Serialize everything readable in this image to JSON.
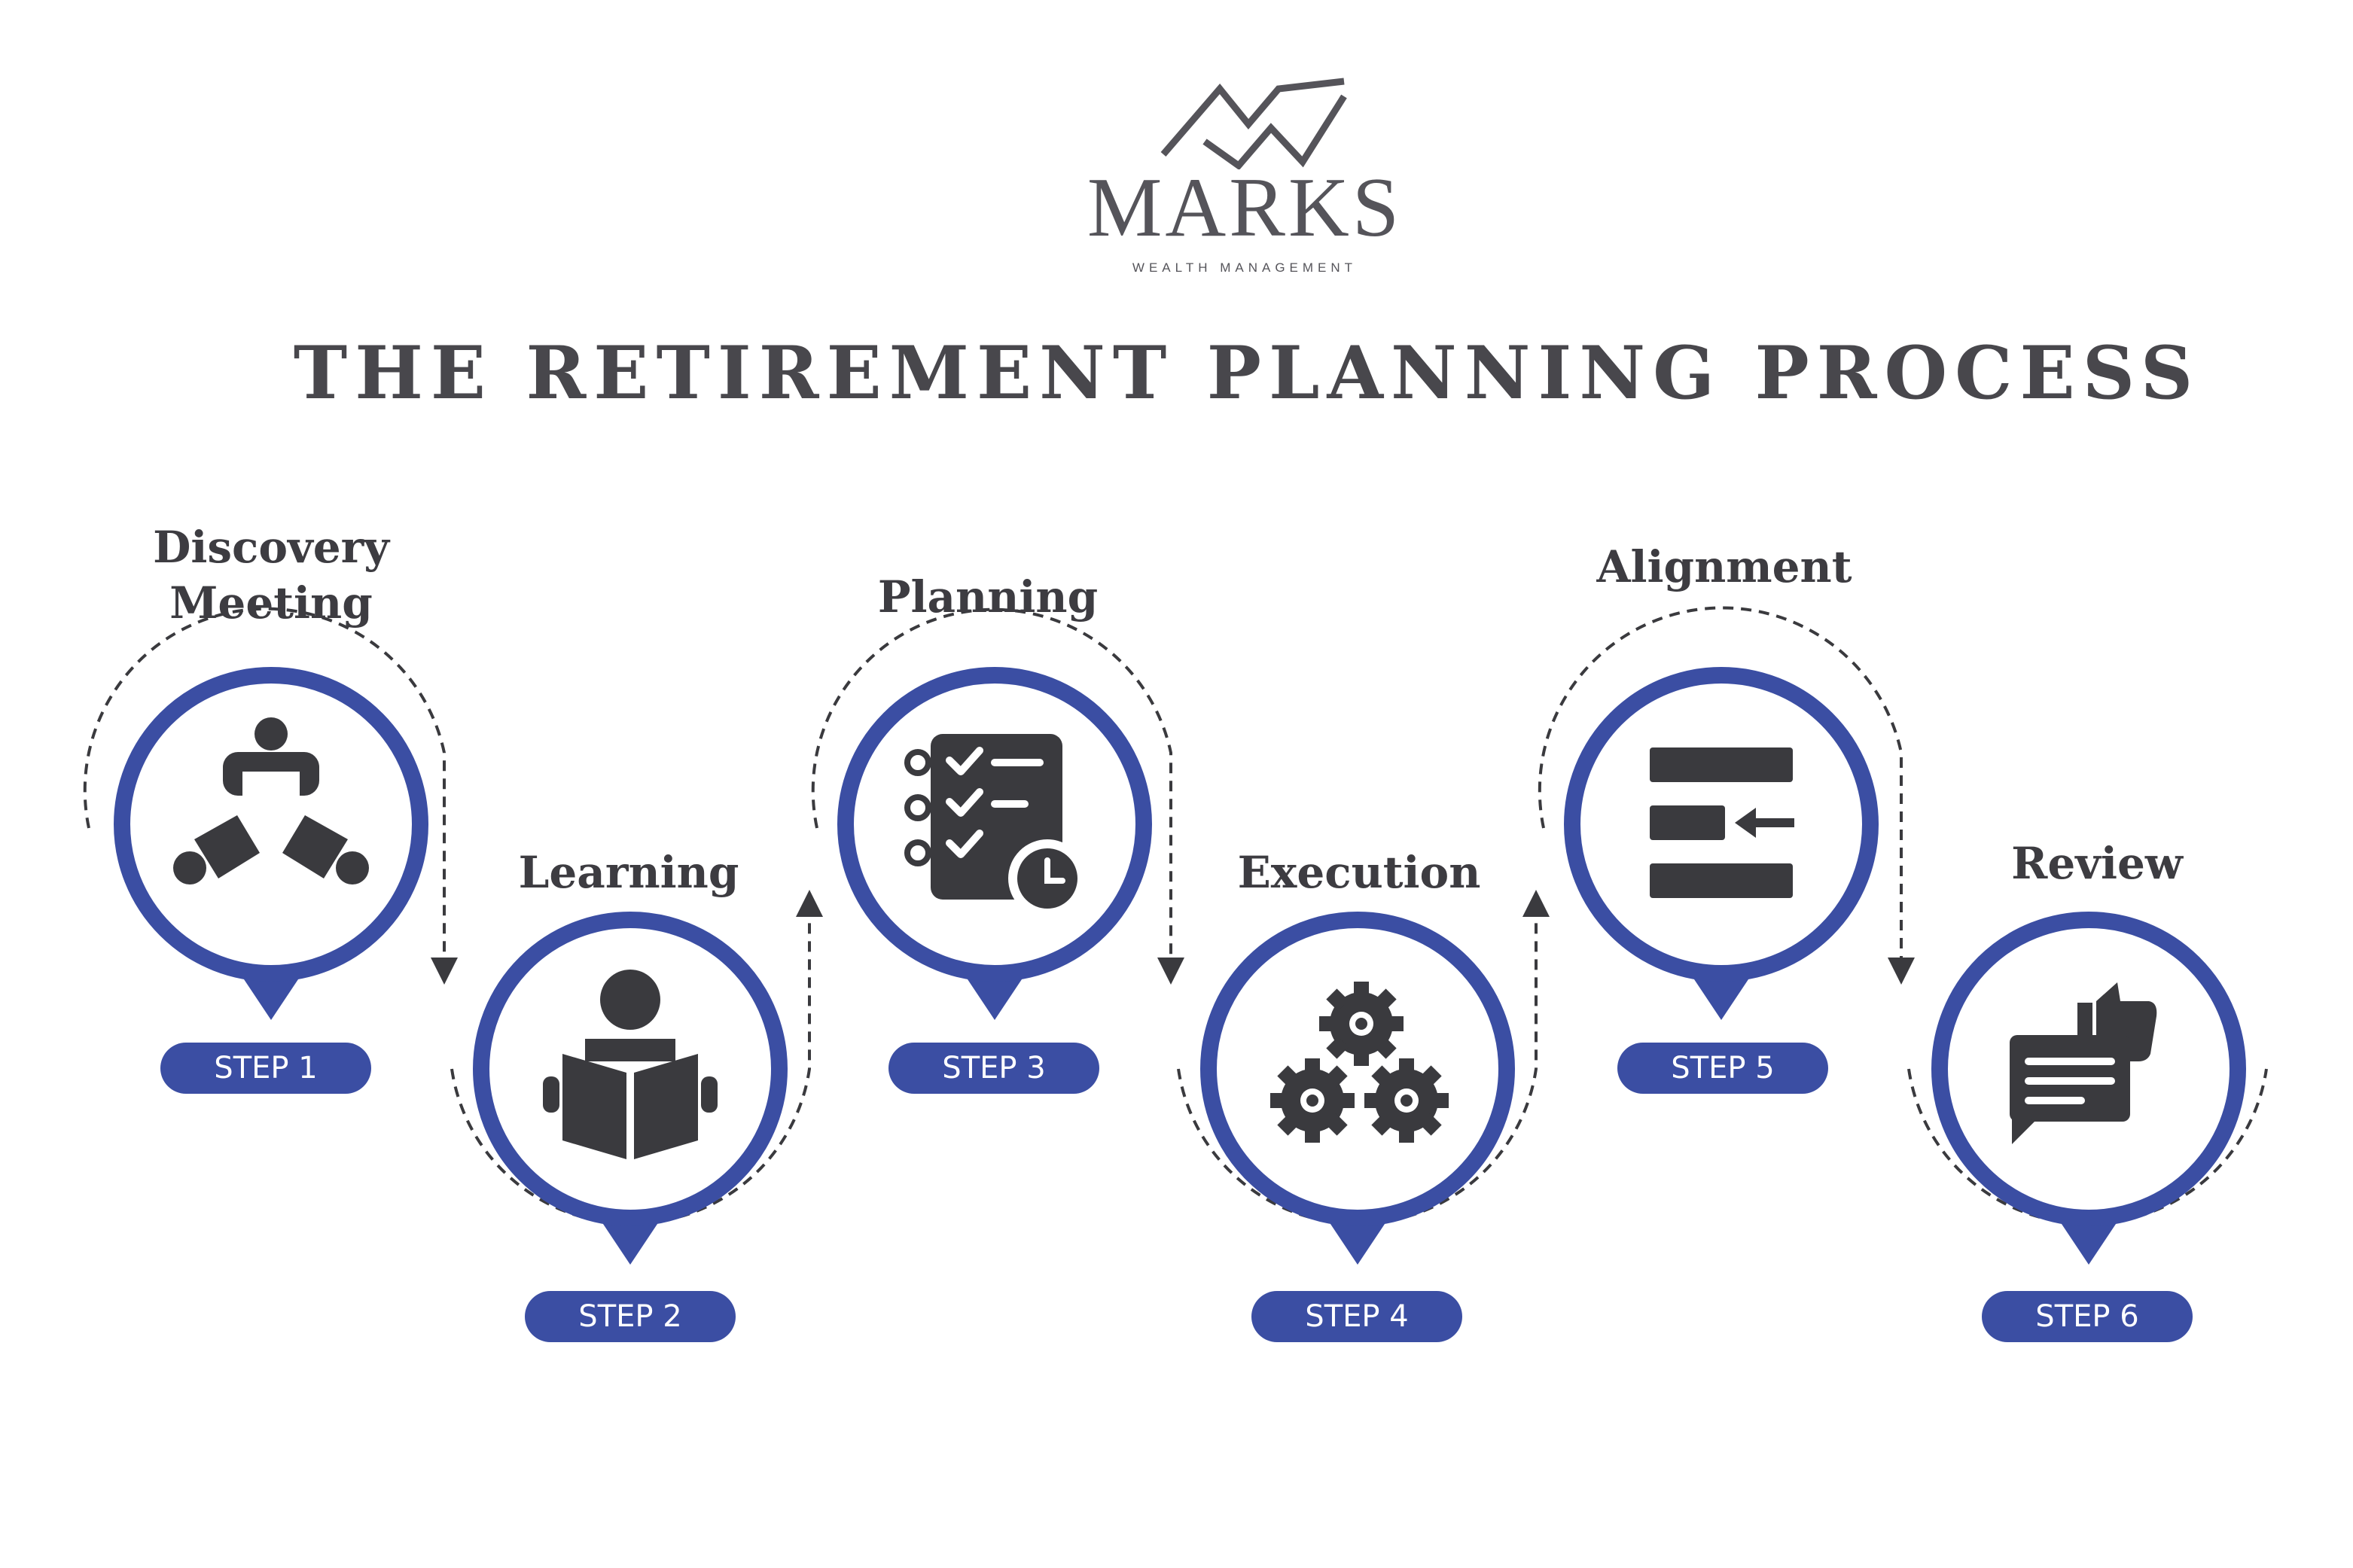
{
  "brand": {
    "name": "MARKS",
    "tagline": "WEALTH MANAGEMENT",
    "logo_icon": "mountain-peaks-logo",
    "color": "#55545a"
  },
  "title": "THE RETIREMENT PLANNING PROCESS",
  "colors": {
    "accent": "#3b4ea3",
    "icon": "#3a3a3e",
    "text": "#48474c"
  },
  "steps": [
    {
      "title": "Discovery Meeting",
      "label": "STEP 1",
      "icon": "team-meeting-icon"
    },
    {
      "title": "Learning",
      "label": "STEP 2",
      "icon": "reading-book-icon"
    },
    {
      "title": "Planning",
      "label": "STEP 3",
      "icon": "checklist-clock-icon"
    },
    {
      "title": "Execution",
      "label": "STEP 4",
      "icon": "gears-icon"
    },
    {
      "title": "Alignment",
      "label": "STEP 5",
      "icon": "align-bars-icon"
    },
    {
      "title": "Review",
      "label": "STEP 6",
      "icon": "feedback-thumbs-up-icon"
    }
  ]
}
